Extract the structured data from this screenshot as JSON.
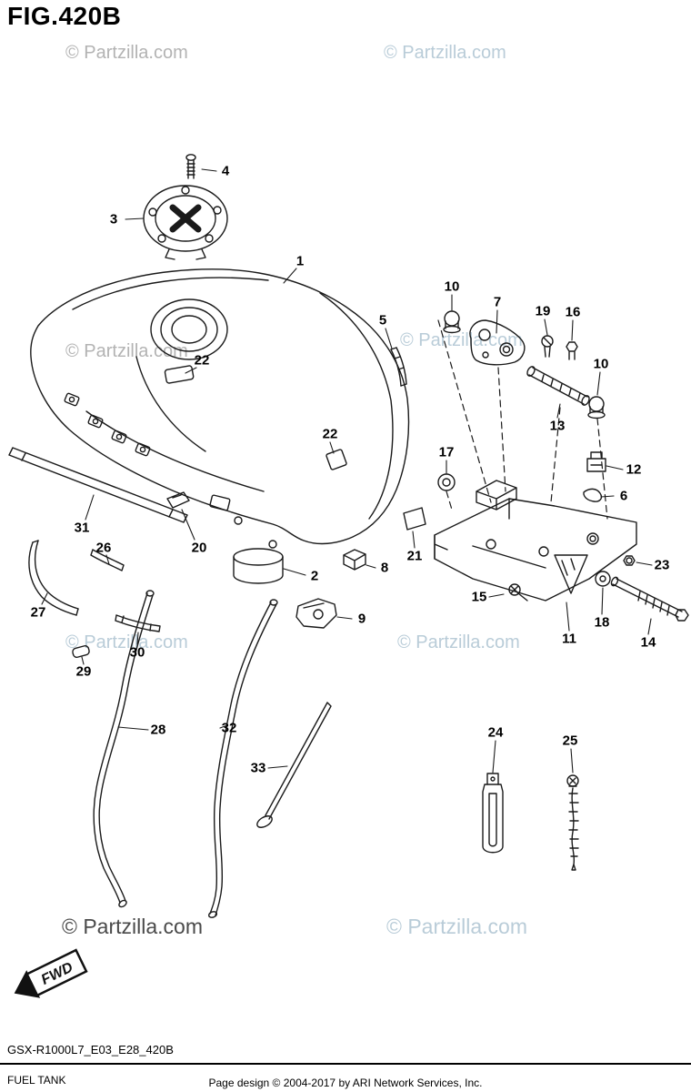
{
  "page": {
    "title": "FIG.420B"
  },
  "watermark": {
    "text": "© Partzilla.com"
  },
  "fwd": {
    "label": "FWD"
  },
  "footer": {
    "part_code": "GSX-R1000L7_E03_E28_420B",
    "figure_name": "FUEL TANK",
    "design_credit": "Page design © 2004-2017 by ARI Network Services, Inc."
  },
  "colors": {
    "ink": "#1a1a1a",
    "watermark_gray": "#b3b3b3",
    "watermark_blue": "#b9ccd8",
    "watermark_dark": "#4a4a4a"
  },
  "diagram": {
    "callouts": [
      {
        "label": "4"
      },
      {
        "label": "3"
      },
      {
        "label": "1"
      },
      {
        "label": "22"
      },
      {
        "label": "5"
      },
      {
        "label": "10"
      },
      {
        "label": "7"
      },
      {
        "label": "19"
      },
      {
        "label": "16"
      },
      {
        "label": "10"
      },
      {
        "label": "13"
      },
      {
        "label": "17"
      },
      {
        "label": "12"
      },
      {
        "label": "6"
      },
      {
        "label": "22"
      },
      {
        "label": "21"
      },
      {
        "label": "31"
      },
      {
        "label": "20"
      },
      {
        "label": "26"
      },
      {
        "label": "2"
      },
      {
        "label": "8"
      },
      {
        "label": "27"
      },
      {
        "label": "9"
      },
      {
        "label": "15"
      },
      {
        "label": "11"
      },
      {
        "label": "18"
      },
      {
        "label": "14"
      },
      {
        "label": "23"
      },
      {
        "label": "30"
      },
      {
        "label": "29"
      },
      {
        "label": "28"
      },
      {
        "label": "32"
      },
      {
        "label": "33"
      },
      {
        "label": "24"
      },
      {
        "label": "25"
      }
    ]
  }
}
